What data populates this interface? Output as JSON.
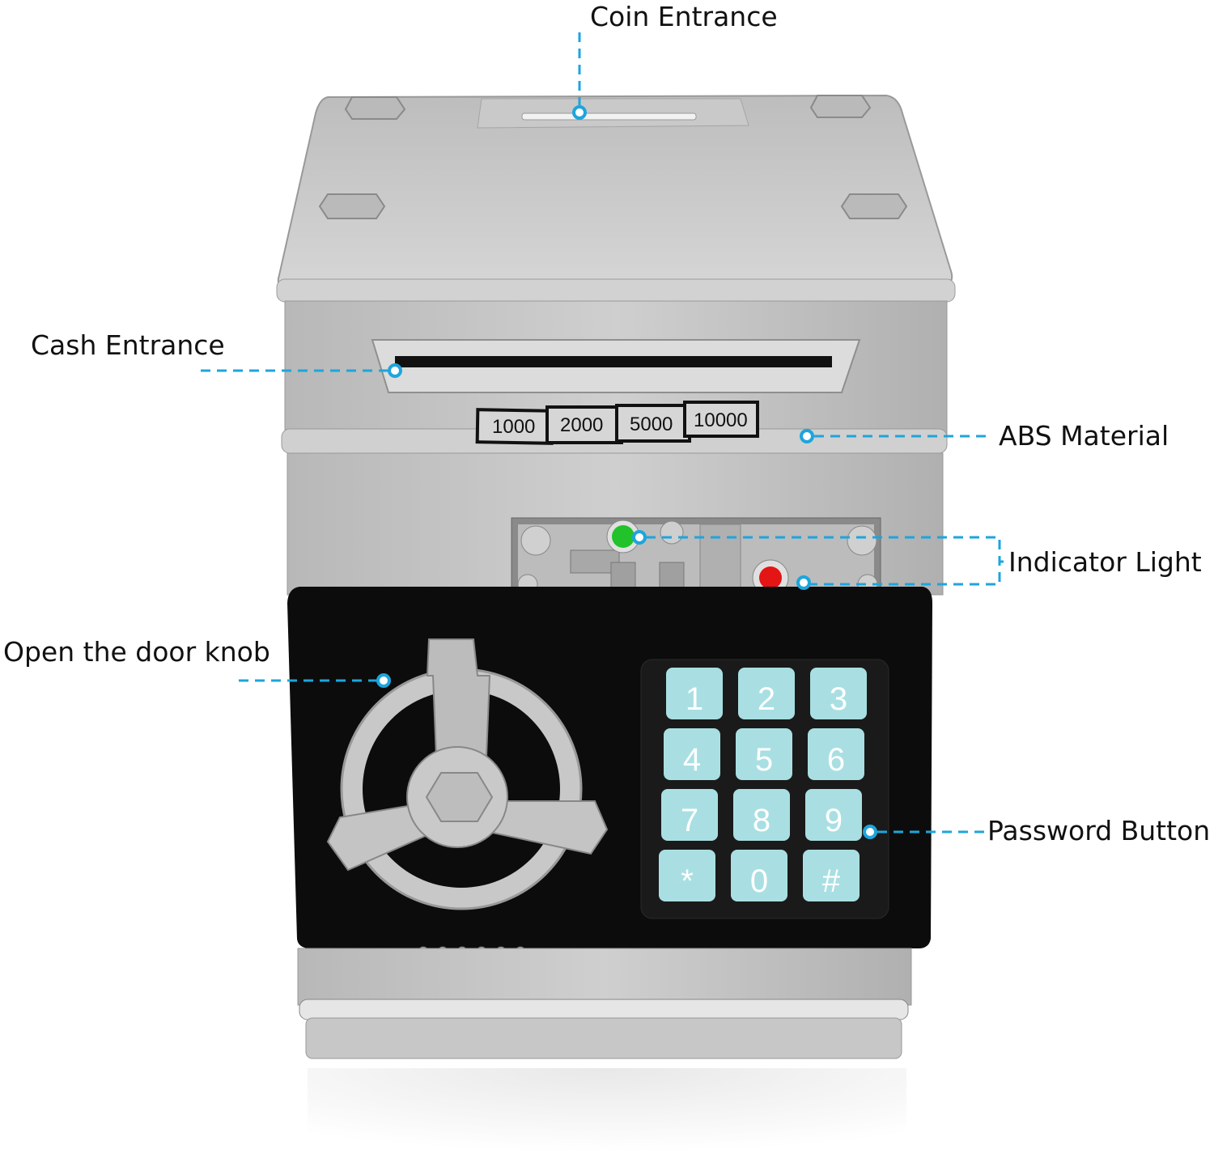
{
  "title": "Electronic piggy bank safe features",
  "callouts": {
    "coin_entrance": "Coin Entrance",
    "cash_entrance": "Cash Entrance",
    "abs_material": "ABS Material",
    "indicator_light": "Indicator Light",
    "door_knob": "Open the door knob",
    "password_button": "Password Button"
  },
  "denominations": [
    "1000",
    "2000",
    "5000",
    "10000"
  ],
  "keypad": [
    "1",
    "2",
    "3",
    "4",
    "5",
    "6",
    "7",
    "8",
    "9",
    "*",
    "0",
    "#"
  ],
  "colors": {
    "callout": "#1ea5dc",
    "key": "#a9dfe2",
    "silver": "#c4c4c4",
    "black": "#0c0c0c",
    "green_light": "#22c22a",
    "red_light": "#e51515"
  }
}
